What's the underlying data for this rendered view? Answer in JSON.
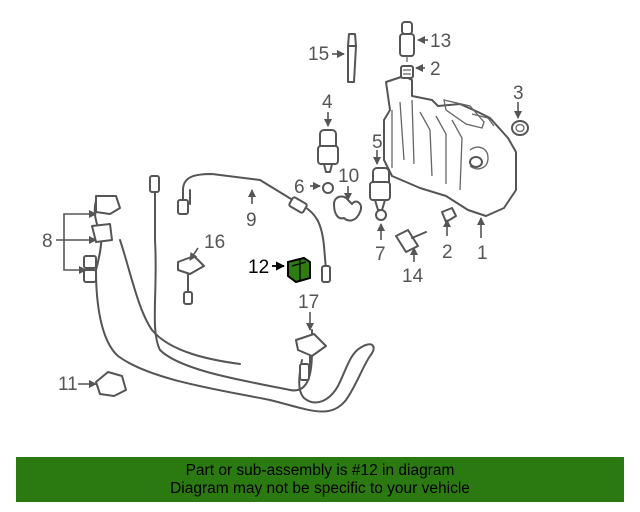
{
  "callouts": {
    "c1": "1",
    "c2a": "2",
    "c2b": "2",
    "c3": "3",
    "c4": "4",
    "c5": "5",
    "c6": "6",
    "c7": "7",
    "c8": "8",
    "c9": "9",
    "c10": "10",
    "c11": "11",
    "c12": "12",
    "c13": "13",
    "c14": "14",
    "c15": "15",
    "c16": "16",
    "c17": "17"
  },
  "highlight_color": "#2f7d12",
  "banner": {
    "line1": "Part or sub-assembly is #12 in diagram",
    "line2": "Diagram may not be specific to your vehicle",
    "background": "#2a7a11"
  }
}
